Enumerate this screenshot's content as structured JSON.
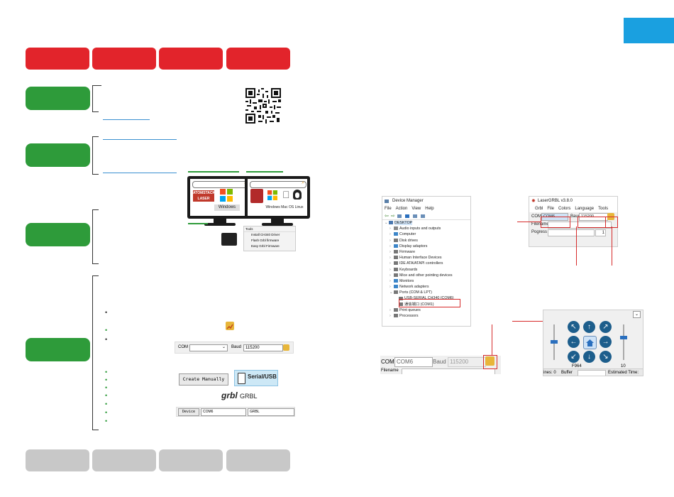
{
  "top_tabs": [
    "",
    "",
    "",
    ""
  ],
  "bottom_tabs": [
    "",
    "",
    "",
    ""
  ],
  "laser_logo": {
    "line1": "ATOMSTACK",
    "line2": "LASER"
  },
  "os_labels": {
    "left": "Windows",
    "right": "Windows Mac OS Linux"
  },
  "tools_menu": {
    "header": "Tools",
    "items": [
      "Install CH340 Driver",
      "Flash Grbl firmware",
      "Easy Grbl Firmware"
    ]
  },
  "com_bar_small": {
    "com_label": "COM",
    "baud_label": "Baud",
    "baud_value": "115200"
  },
  "create_manually_label": "Create Manually",
  "serial_usb_label": "Serial/USB",
  "grbl_logo": "grbl",
  "grbl_label": "GRBL",
  "device_row": {
    "device_label": "Device",
    "com_value": "COM6",
    "type_value": "GRBL"
  },
  "device_manager": {
    "title": "Device Manager",
    "menu": [
      "File",
      "Action",
      "View",
      "Help"
    ],
    "root": "DESKTOP",
    "items": [
      "Audio inputs and outputs",
      "Computer",
      "Disk drives",
      "Display adaptors",
      "Firmware",
      "Human Interface Devices",
      "IDE ATA/ATAPI controllers",
      "Keyboards",
      "Mice and other pointing devices",
      "Monitors",
      "Network adapters",
      "Ports (COM & LPT)"
    ],
    "port_items": [
      "USB-SERIAL CH340 (COM6)",
      "通信端口 (COM1)"
    ],
    "after_items": [
      "Print queues",
      "Processors"
    ]
  },
  "laser_grbl": {
    "title": "LaserGRBL v3.8.0",
    "menu": [
      "Grbl",
      "File",
      "Colors",
      "Language",
      "Tools"
    ],
    "com_label": "COM",
    "com_value": "COM6",
    "baud_label": "Baud",
    "baud_value": "115200",
    "filename_label": "Filename",
    "progress_label": "Pogress",
    "progress_value": "1"
  },
  "com_bar_large": {
    "com_label": "COM",
    "com_value": "COM6",
    "baud_label": "Baud",
    "baud_value": "115200",
    "next_label": "Filename"
  },
  "jog_panel": {
    "feed_label": "F964",
    "step_label": "10",
    "lines_label": "ines: 0",
    "buffer_label": "Buffer",
    "time_label": "Estimated Time:"
  },
  "colors": {
    "red": "#e2242b",
    "green": "#2e9b3a",
    "gray": "#c8c8c8",
    "blue": "#1aa0e0"
  }
}
